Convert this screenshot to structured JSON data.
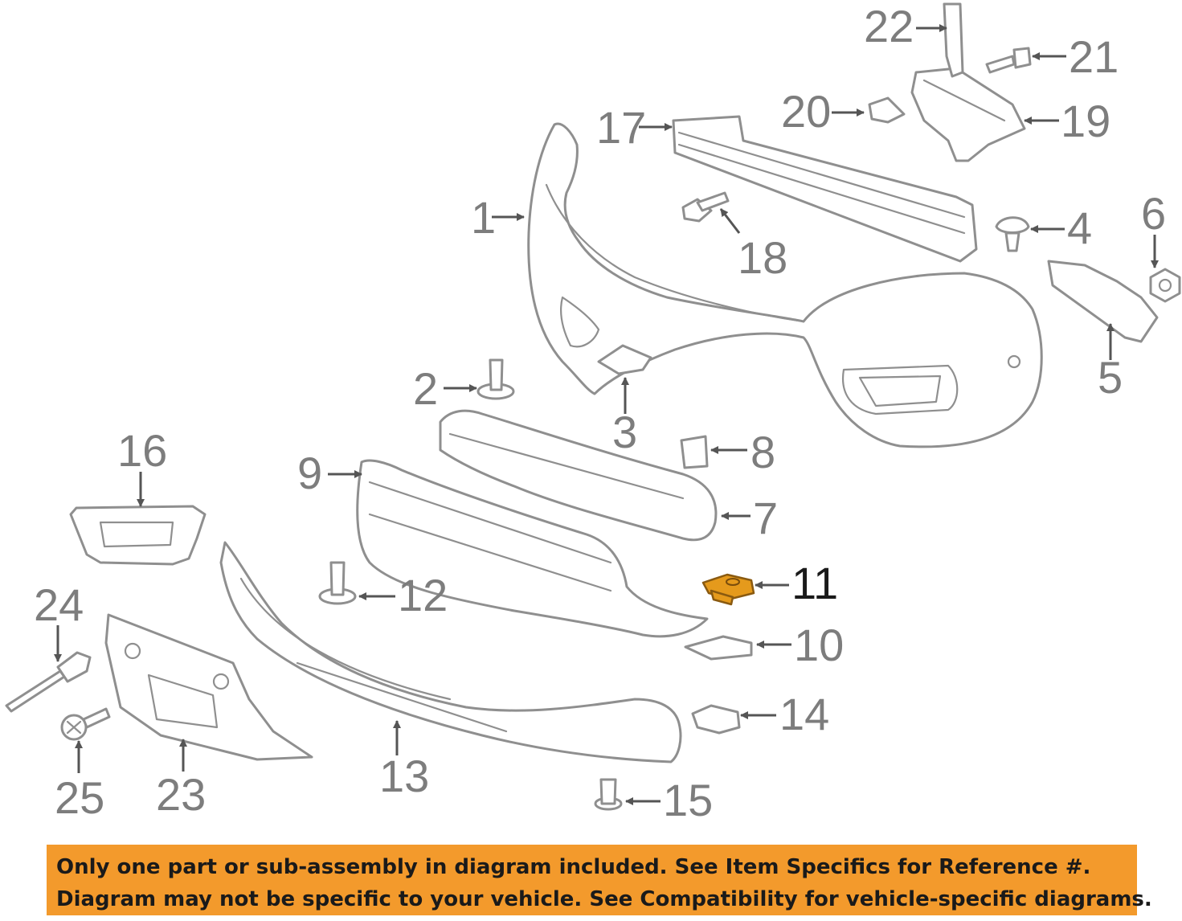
{
  "callouts": {
    "c1": "1",
    "c2": "2",
    "c3": "3",
    "c4": "4",
    "c5": "5",
    "c6": "6",
    "c7": "7",
    "c8": "8",
    "c9": "9",
    "c10": "10",
    "c11": "11",
    "c12": "12",
    "c13": "13",
    "c14": "14",
    "c15": "15",
    "c16": "16",
    "c17": "17",
    "c18": "18",
    "c19": "19",
    "c20": "20",
    "c21": "21",
    "c22": "22",
    "c23": "23",
    "c24": "24",
    "c25": "25"
  },
  "highlighted_part": "11",
  "colors": {
    "highlight": "#e59a1c",
    "banner": "#f39a2c",
    "line": "#8f8f8f",
    "text": "#7d7d7d"
  },
  "banner": {
    "line1": "Only one part or sub-assembly in diagram included. See Item Specifics for Reference #.",
    "line2": "Diagram may not be specific to your vehicle. See Compatibility for vehicle-specific diagrams."
  }
}
